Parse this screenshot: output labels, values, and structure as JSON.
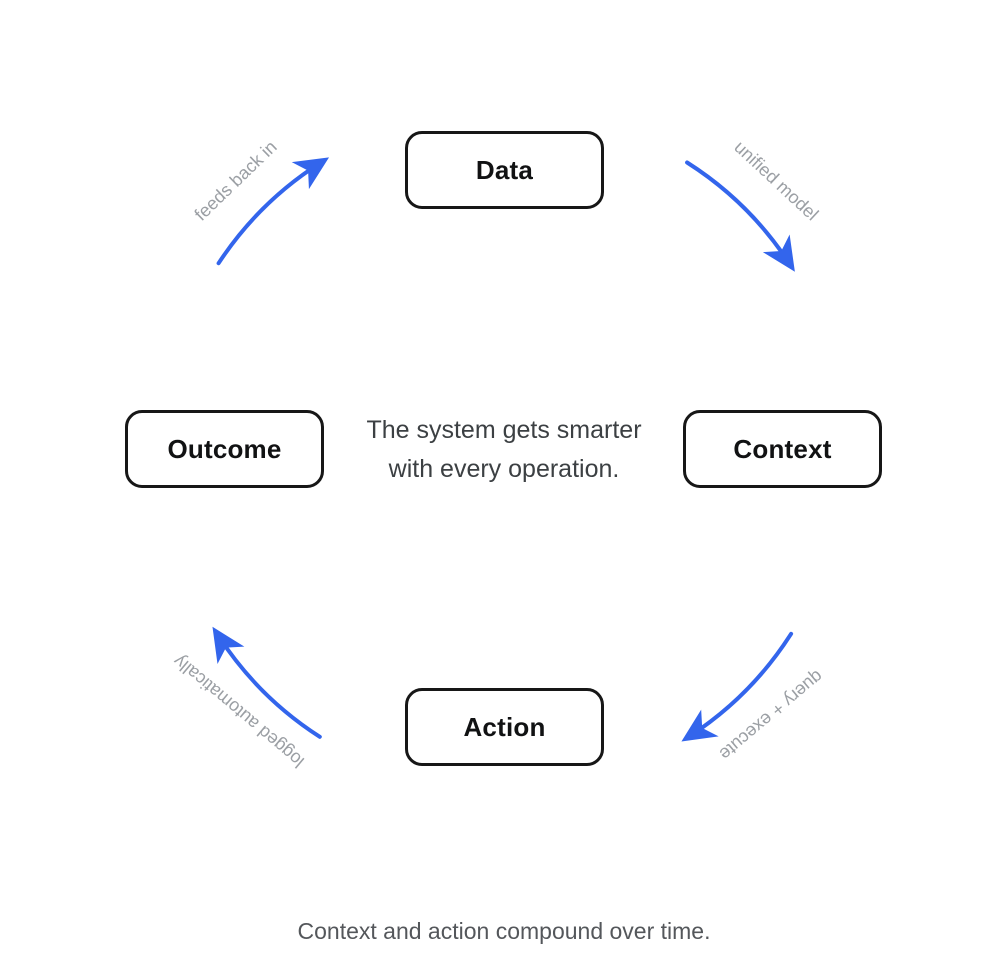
{
  "diagram": {
    "nodes": [
      {
        "id": "data",
        "label": "Data"
      },
      {
        "id": "context",
        "label": "Context"
      },
      {
        "id": "action",
        "label": "Action"
      },
      {
        "id": "outcome",
        "label": "Outcome"
      }
    ],
    "edges": [
      {
        "from": "outcome",
        "to": "data",
        "label": "feeds back in"
      },
      {
        "from": "data",
        "to": "context",
        "label": "unified model"
      },
      {
        "from": "context",
        "to": "action",
        "label": "query + execute"
      },
      {
        "from": "action",
        "to": "outcome",
        "label": "logged automatically"
      }
    ],
    "center_text": {
      "line1": "The system gets smarter",
      "line2": "with every operation."
    },
    "caption": "Context and action compound over time.",
    "colors": {
      "arrow": "#3365ec",
      "node_border": "#171717",
      "edge_label": "#9b9fa4",
      "center_text": "#3c4043",
      "caption": "#54575b"
    }
  }
}
